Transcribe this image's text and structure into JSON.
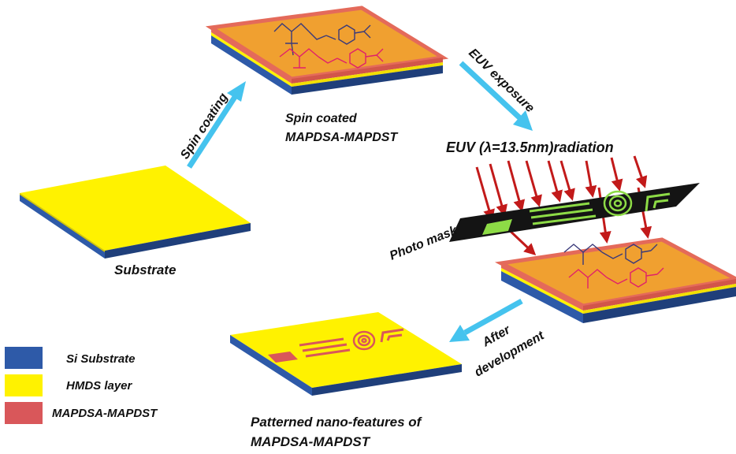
{
  "colors": {
    "si_substrate": "#2E5AA8",
    "hmds": "#FFF200",
    "resist": "#E46A5A",
    "resist_fill": "#F0A030",
    "arrow_blue": "#45C3EE",
    "euv_red": "#C21A1A",
    "mask": "#141414",
    "mask_feature": "#8DDB46"
  },
  "labels": {
    "substrate": "Substrate",
    "spin_coating": "Spin coating",
    "spin_coated_line1": "Spin coated",
    "spin_coated_line2": "MAPDSA-MAPDST",
    "euv_exposure": "EUV exposure",
    "euv_radiation": "EUV (λ=13.5nm)radiation",
    "photo_mask": "Photo mask",
    "after_line1": "After",
    "after_line2": "development",
    "patterned_line1": "Patterned nano-features of",
    "patterned_line2": "MAPDSA-MAPDST"
  },
  "legend": [
    {
      "label": "Si Substrate",
      "color": "#2E5AA8"
    },
    {
      "label": "HMDS layer",
      "color": "#FFF200"
    },
    {
      "label": "MAPDSA-MAPDST",
      "color": "#D9575A"
    }
  ]
}
